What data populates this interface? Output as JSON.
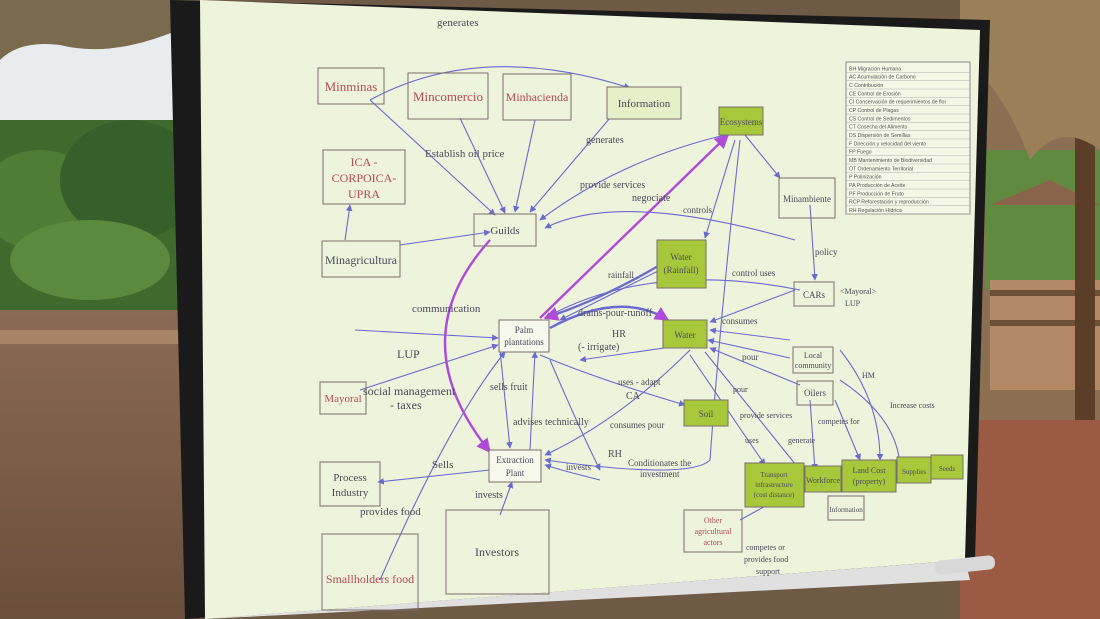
{
  "colors": {
    "screen": "#eef3dc",
    "node_border": "#7a6e6a",
    "node_text_red": "#b44a5a",
    "node_text_dark": "#4a4a5a",
    "green_node": "#a8c83c",
    "arrow_blue": "#6a6ad0",
    "arrow_purple": "#b04ad8"
  },
  "nodes": {
    "minminas": "Minminas",
    "mincomercio": "Mincomercio",
    "minhacienda": "Minhacienda",
    "information_top": "Information",
    "ecosystems": "Ecosystems",
    "ica": [
      "ICA -",
      "CORPOICA-",
      "UPRA"
    ],
    "minambiente": "Minambiente",
    "guilds": "Guilds",
    "minagricultura": "Minagricultura",
    "water_rainfall": [
      "Water",
      "(Rainfall)"
    ],
    "cars": "CARs",
    "palm": [
      "Palm",
      "plantations"
    ],
    "water": "Water",
    "local_community": [
      "Local",
      "community"
    ],
    "mayoral": "Mayoral",
    "oilers": "Oilers",
    "soil": "Soil",
    "extraction": [
      "Extraction",
      "Plant"
    ],
    "process_industry": [
      "Process",
      "Industry"
    ],
    "transport": [
      "Transport",
      "infrastructure",
      "(cost distance)"
    ],
    "workforce": "Workforce",
    "land_cost": [
      "Land Cost",
      "(property)"
    ],
    "supplies": "Supplies",
    "seeds": "Seeds",
    "information_bottom": "Information",
    "investors": "Investors",
    "smallholders": "Smallholders food",
    "other_actors": [
      "Other",
      "agricultural",
      "actors"
    ]
  },
  "edge_labels": {
    "generates_top": "generates",
    "establish": "Establish oil price",
    "generates_mid": "generates",
    "provide_services": "provide services",
    "negociate": "negociate",
    "controls": "controls",
    "policy": "policy",
    "rainfall": "rainfall",
    "control_uses": "control uses",
    "mayoral_tag": "<Mayoral>",
    "lup_right": "LUP",
    "communication": "communication",
    "drains": "drains-pour-runoff",
    "consumes": "consumes",
    "hr": "HR",
    "irrigate": "(- irrigate)",
    "pour1": "pour",
    "hm": "HM",
    "lup_left": "LUP",
    "social": [
      "social management",
      "- taxes"
    ],
    "sells_fruit": "sells fruit",
    "uses_adapt": "uses - adapt",
    "ca": "CA",
    "pour2": "pour",
    "increase_costs": "Increase costs",
    "advises": "advises technically",
    "consumes_pour": "consumes pour",
    "provide_services2": "provide services",
    "competes": "competes for",
    "generate": "generate",
    "uses": "uses",
    "sells": "Sells",
    "rh": "RH",
    "invests1": "invests",
    "conditionates": [
      "Conditionates the",
      "investment"
    ],
    "invests2": "invests",
    "provides_food": "provides food",
    "competes_food": [
      "competes or",
      "provides food",
      "support"
    ]
  },
  "legend_rows": [
    "BH  Migración Humana",
    "AC  Acumulación de Carbono",
    "C   Contribución",
    "CE  Control de Erosión",
    "CI  Conservación de requerimientos de flor",
    "CP  Control de Plagas",
    "CS  Control de Sedimentos",
    "CT  Cosecha del Alimento",
    "DS  Dispersión de Semillas",
    "F   Dirección y velocidad del viento",
    "FP  Fuego",
    "MB  Mantenimiento de Biodiversidad",
    "OT  Ordenamiento Territorial",
    "P   Polinización",
    "PA  Producción de Aceite",
    "PF  Producción de Fruto",
    "RCP Reforestación y reproducción",
    "RH  Regulación Hídrica"
  ]
}
